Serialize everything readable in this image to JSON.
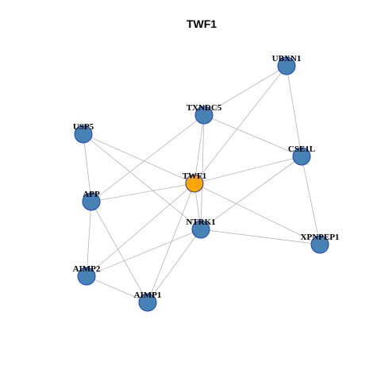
{
  "title": "TWF1",
  "colors": {
    "background": "#ffffff",
    "edge": "#b4b4b4",
    "node_default": "#4682b4",
    "node_highlight": "#ffa500",
    "node_border": "#1f3fbf",
    "label": "#000000"
  },
  "nodes": [
    {
      "id": "UBXN1",
      "label": "UBXN1",
      "highlight": false
    },
    {
      "id": "TXNDC5",
      "label": "TXNDC5",
      "highlight": false
    },
    {
      "id": "USP5",
      "label": "USP5",
      "highlight": false
    },
    {
      "id": "CSE1L",
      "label": "CSE1L",
      "highlight": false
    },
    {
      "id": "TWF1",
      "label": "TWF1",
      "highlight": true
    },
    {
      "id": "APP",
      "label": "APP",
      "highlight": false
    },
    {
      "id": "NTRK1",
      "label": "NTRK1",
      "highlight": false
    },
    {
      "id": "XPNPEP1",
      "label": "XPNPEP1",
      "highlight": false
    },
    {
      "id": "AIMP2",
      "label": "AIMP2",
      "highlight": false
    },
    {
      "id": "AIMP1",
      "label": "AIMP1",
      "highlight": false
    }
  ],
  "edges": [
    [
      "UBXN1",
      "TXNDC5"
    ],
    [
      "UBXN1",
      "TWF1"
    ],
    [
      "UBXN1",
      "CSE1L"
    ],
    [
      "TXNDC5",
      "TWF1"
    ],
    [
      "TXNDC5",
      "CSE1L"
    ],
    [
      "TXNDC5",
      "NTRK1"
    ],
    [
      "TXNDC5",
      "APP"
    ],
    [
      "USP5",
      "TWF1"
    ],
    [
      "USP5",
      "APP"
    ],
    [
      "USP5",
      "NTRK1"
    ],
    [
      "CSE1L",
      "TWF1"
    ],
    [
      "CSE1L",
      "NTRK1"
    ],
    [
      "CSE1L",
      "XPNPEP1"
    ],
    [
      "TWF1",
      "APP"
    ],
    [
      "TWF1",
      "NTRK1"
    ],
    [
      "TWF1",
      "XPNPEP1"
    ],
    [
      "TWF1",
      "AIMP2"
    ],
    [
      "TWF1",
      "AIMP1"
    ],
    [
      "APP",
      "AIMP2"
    ],
    [
      "APP",
      "AIMP1"
    ],
    [
      "NTRK1",
      "XPNPEP1"
    ],
    [
      "NTRK1",
      "AIMP2"
    ],
    [
      "NTRK1",
      "AIMP1"
    ],
    [
      "AIMP2",
      "AIMP1"
    ]
  ]
}
